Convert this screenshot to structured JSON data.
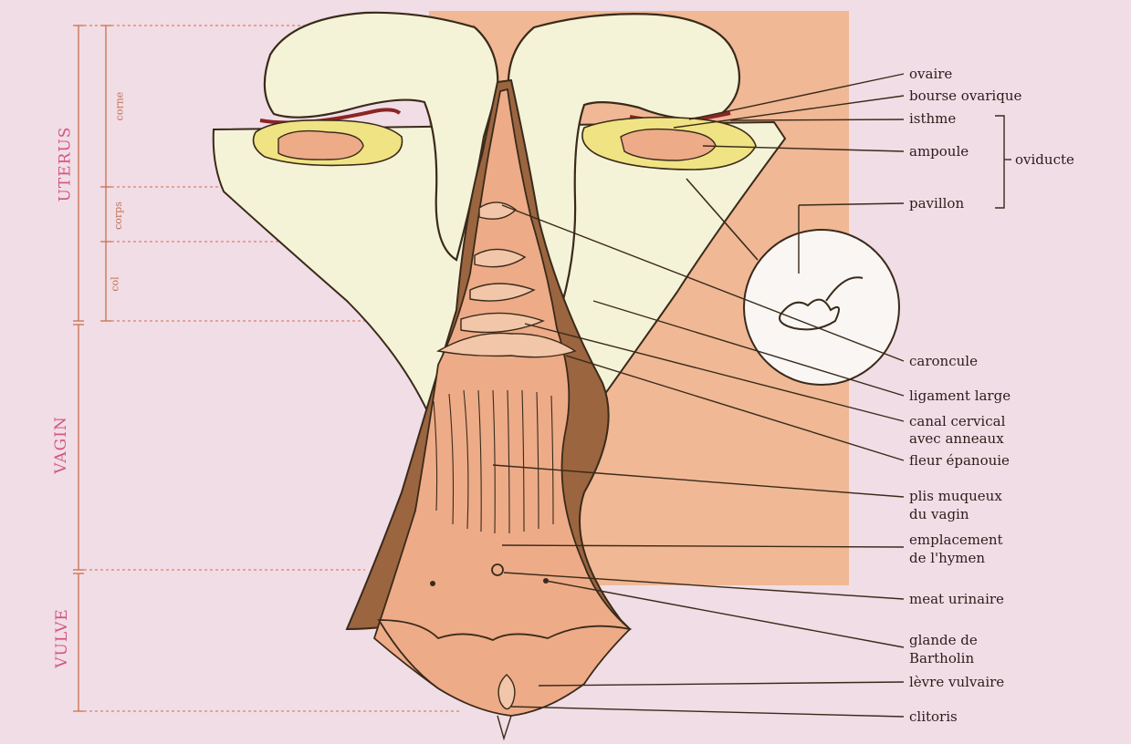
{
  "regions": {
    "uterus": "UTERUS",
    "vagin": "VAGIN",
    "vulve": "VULVE",
    "corne": "corne",
    "corps": "corps",
    "col": "col"
  },
  "labels": {
    "ovaire": "ovaire",
    "bourse_ovarique": "bourse ovarique",
    "isthme": "isthme",
    "ampoule": "ampoule",
    "oviducte": "oviducte",
    "pavillon": "pavillon",
    "caroncule": "caroncule",
    "ligament_large": "ligament large",
    "canal_cervical_1": "canal cervical",
    "canal_cervical_2": "avec anneaux",
    "fleur_epanouie": "fleur épanouie",
    "plis_muqueux_1": "plis muqueux",
    "plis_muqueux_2": "du vagin",
    "emplacement_1": "emplacement",
    "emplacement_2": "de l'hymen",
    "meat_urinaire": "meat urinaire",
    "glande_1": "glande de",
    "glande_2": "Bartholin",
    "levre_vulvaire": "lèvre vulvaire",
    "clitoris": "clitoris"
  },
  "colors": {
    "background": "#f1dde6",
    "orange_panel": "#f0b895",
    "ligament": "#f4f3d8",
    "mucosa": "#edab88",
    "muscle_wall": "#9b6540",
    "ovary_yellow": "#f0e383",
    "dotted_guides": "#d9826a",
    "region_labels": "#d2567f"
  }
}
